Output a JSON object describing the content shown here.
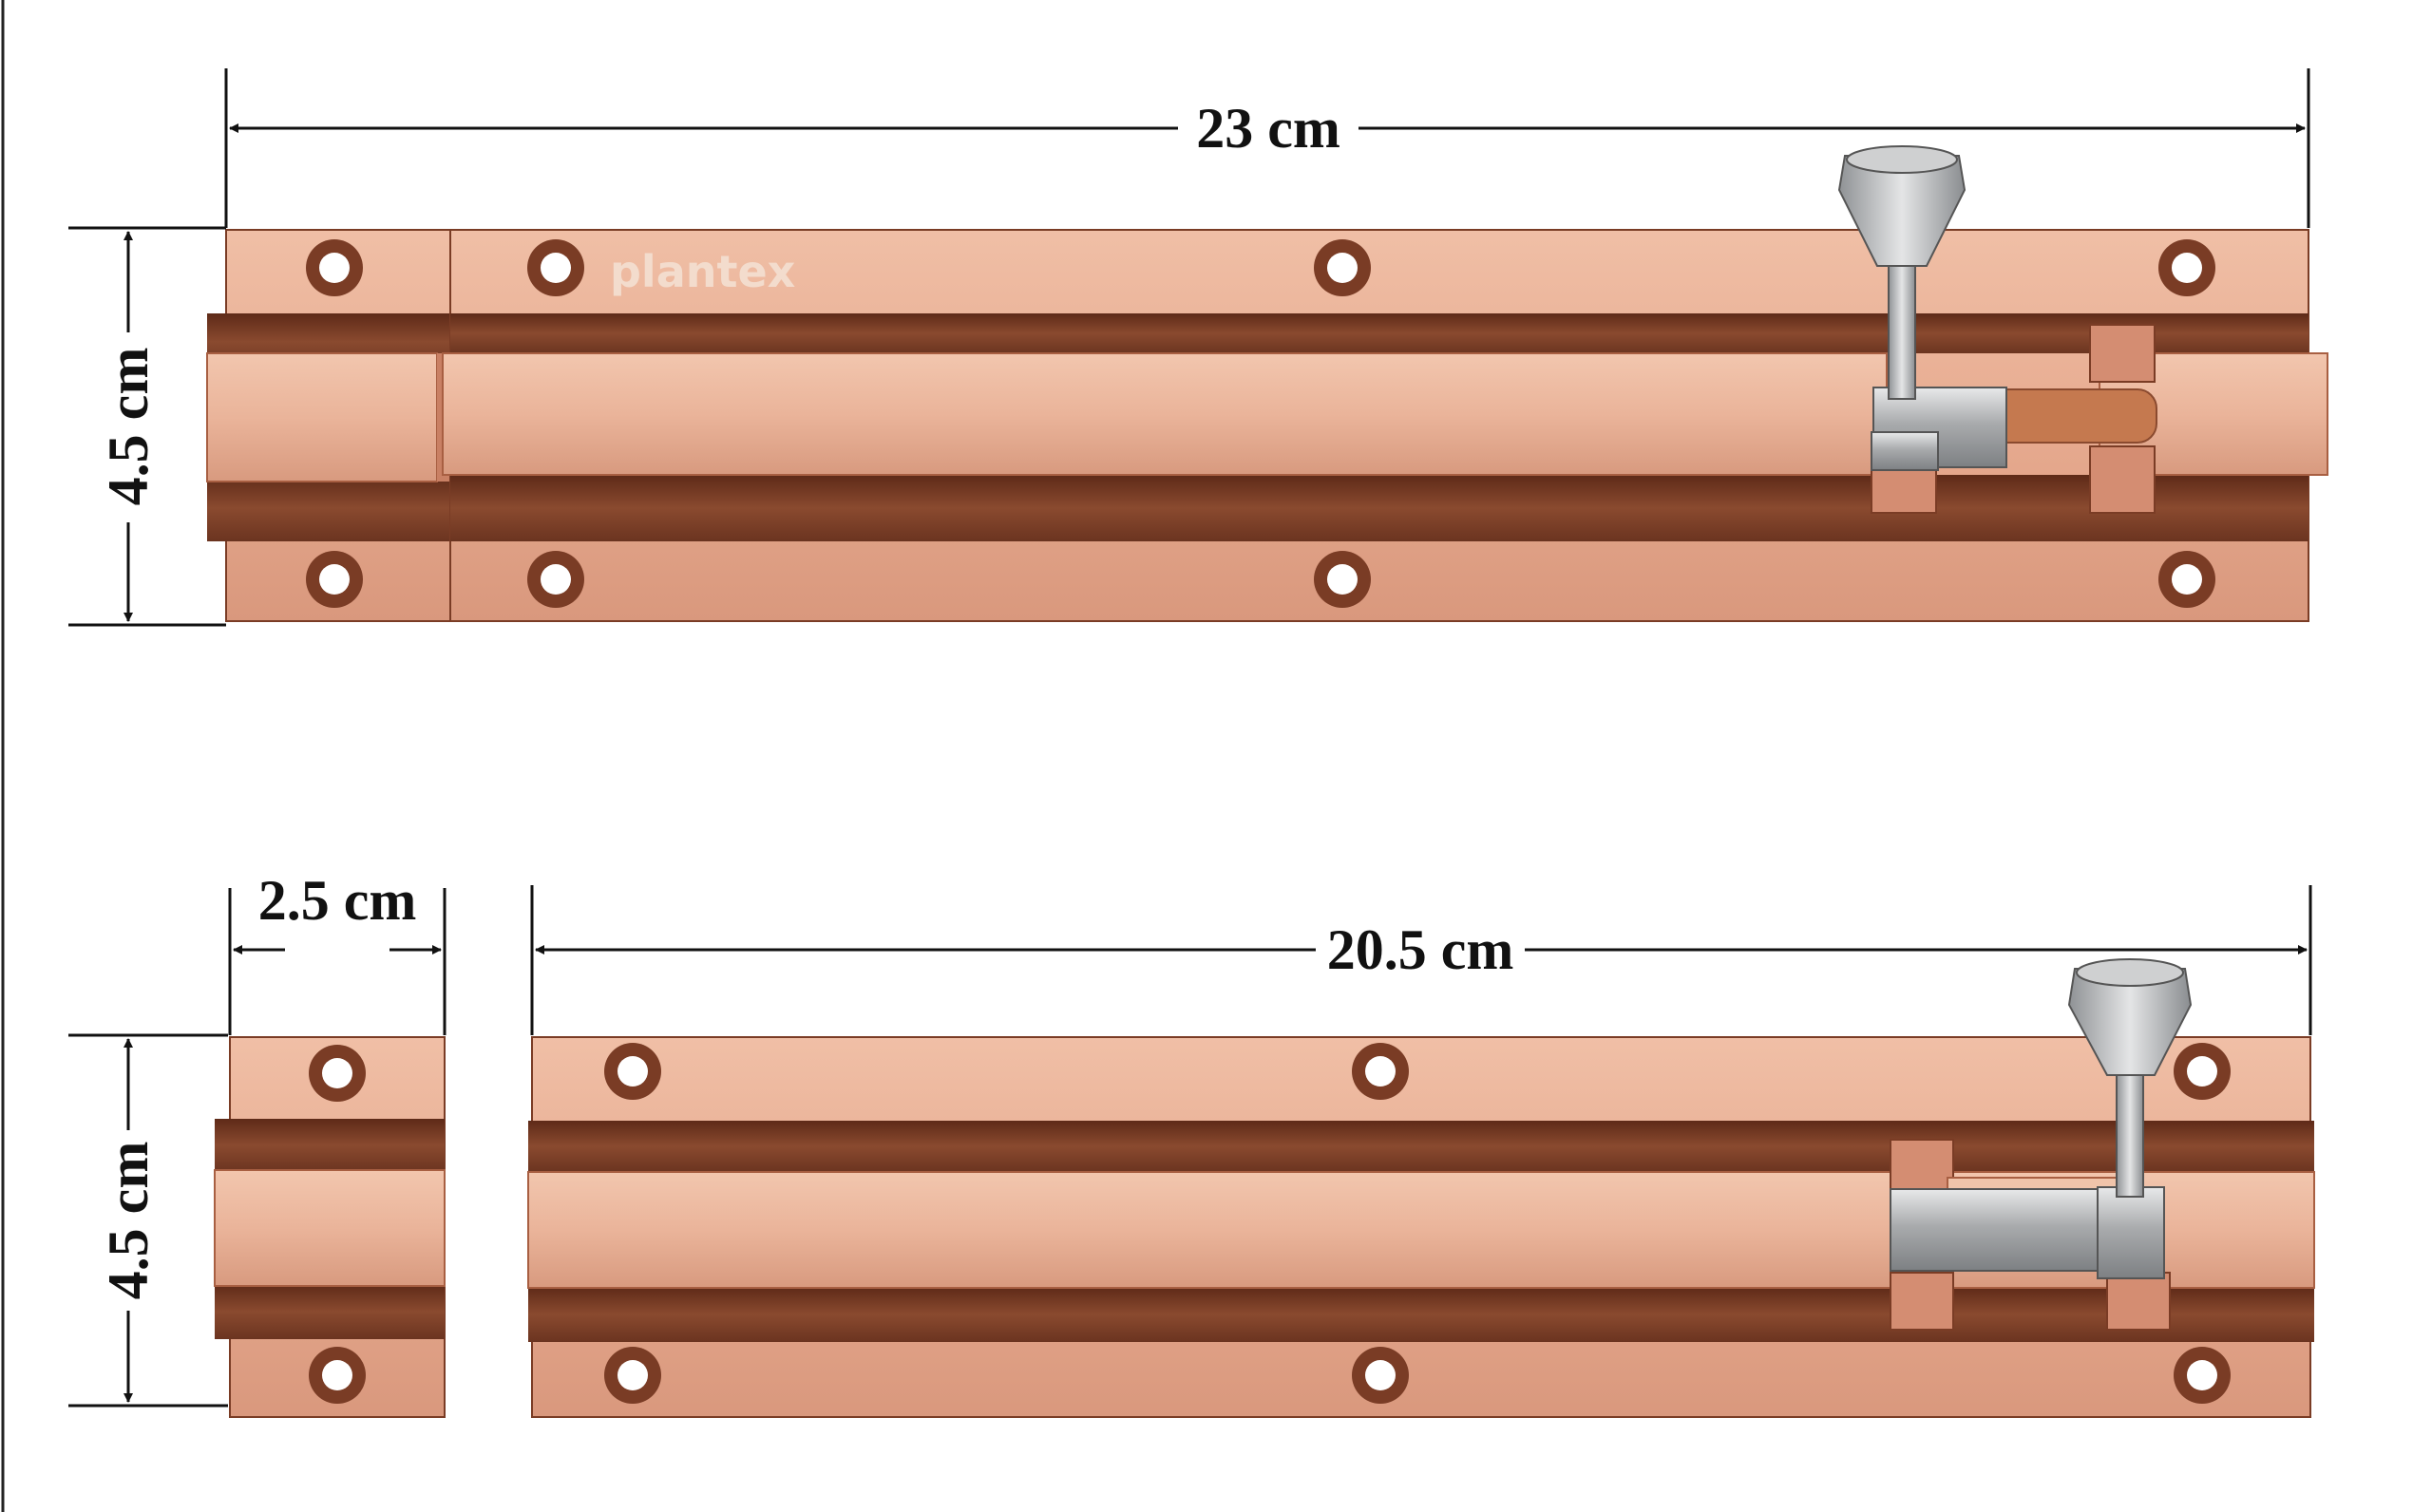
{
  "brand": {
    "logo_text": "plantex"
  },
  "dimensions": {
    "top_length": "23 cm",
    "top_height": "4.5 cm",
    "keeper_width": "2.5 cm",
    "keeper_height": "4.5 cm",
    "bolt_length": "20.5 cm"
  },
  "colors": {
    "copper_light": "#e9b197",
    "copper_mid": "#d8957a",
    "copper_dark": "#7a3c25",
    "copper_groove": "#5a2716",
    "steel": "#b9babb",
    "line": "#111111"
  }
}
